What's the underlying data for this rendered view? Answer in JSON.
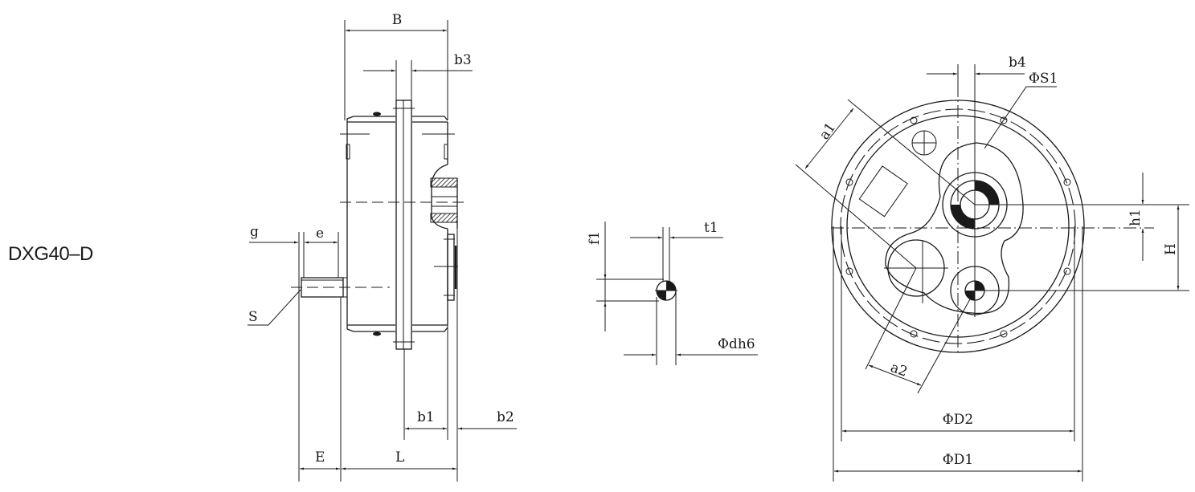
{
  "model": "DXG40–D",
  "side_view": {
    "labels": {
      "B": "B",
      "b3": "b3",
      "g": "g",
      "e": "e",
      "S": "S",
      "b1": "b1",
      "b2": "b2",
      "E": "E",
      "L": "L"
    }
  },
  "shaft_detail": {
    "labels": {
      "f1": "f1",
      "t1": "t1",
      "dh6": "Φdh6"
    }
  },
  "front_view": {
    "labels": {
      "b4": "b4",
      "S1": "ΦS1",
      "a1": "a1",
      "a2": "a2",
      "h1": "h1",
      "H": "H",
      "D2": "ΦD2",
      "D1": "ΦD1"
    }
  }
}
